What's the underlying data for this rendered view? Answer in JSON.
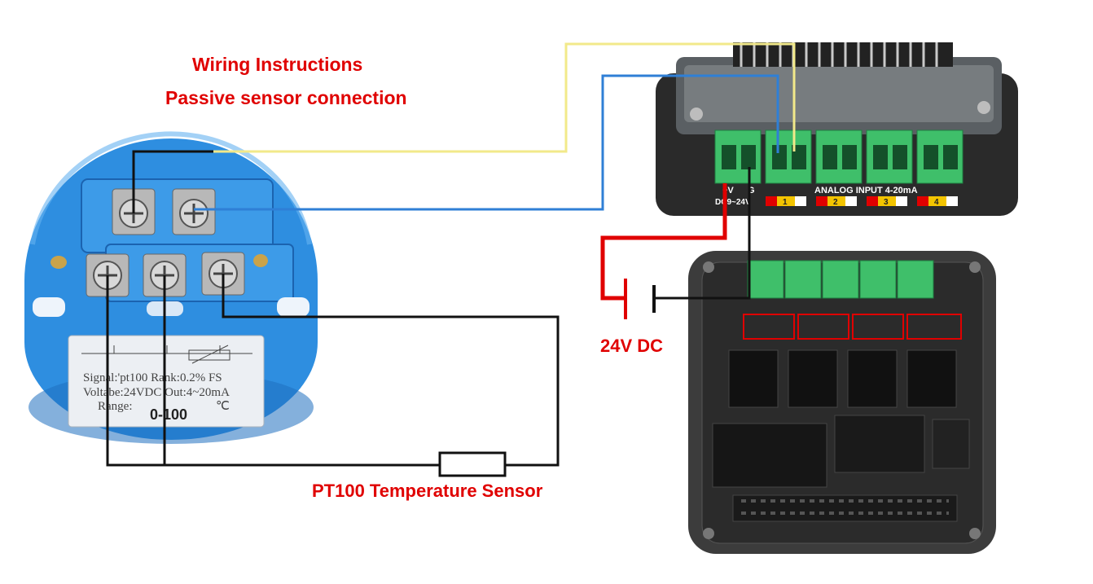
{
  "header": {
    "title": "Wiring Instructions",
    "subtitle": "Passive sensor connection"
  },
  "transmitter": {
    "label_signal": "Signal:'pt100 Rank:0.2% FS",
    "label_voltage": "Voltabe:24VDC Out:4~20mA",
    "label_range": "Range:",
    "range_value": "0-100",
    "range_unit": "℃"
  },
  "module": {
    "pwr_plus": "+V",
    "pwr_gnd": "G",
    "pwr_range": "DC9~24V",
    "analog_label": "ANALOG INPUT 4-20mA",
    "channels": [
      "1",
      "2",
      "3",
      "4"
    ]
  },
  "labels": {
    "supply": "24V DC",
    "sensor": "PT100 Temperature Sensor"
  },
  "colors": {
    "accent_red": "#e00000",
    "wire_yellow": "#f2e98a",
    "wire_blue": "#2f7fd6",
    "wire_red": "#e00000",
    "wire_black": "#111111",
    "transmitter_blue": "#2e8ee0",
    "terminal_green": "#3fbf6a"
  }
}
